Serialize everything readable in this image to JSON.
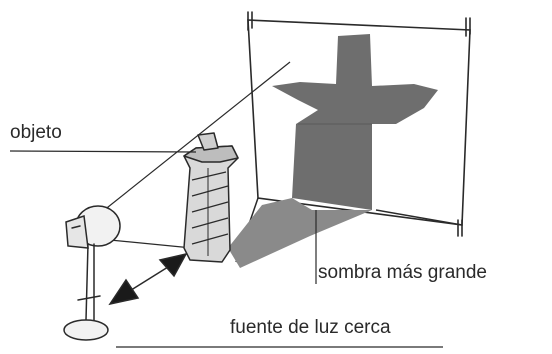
{
  "labels": {
    "object": "objeto",
    "shadow": "sombra más grande",
    "light_source": "fuente de luz cerca"
  },
  "colors": {
    "shadow": "#6e6e6e",
    "shadow_floor": "#8a8a8a",
    "outline": "#2a2a2a",
    "background": "#ffffff"
  }
}
